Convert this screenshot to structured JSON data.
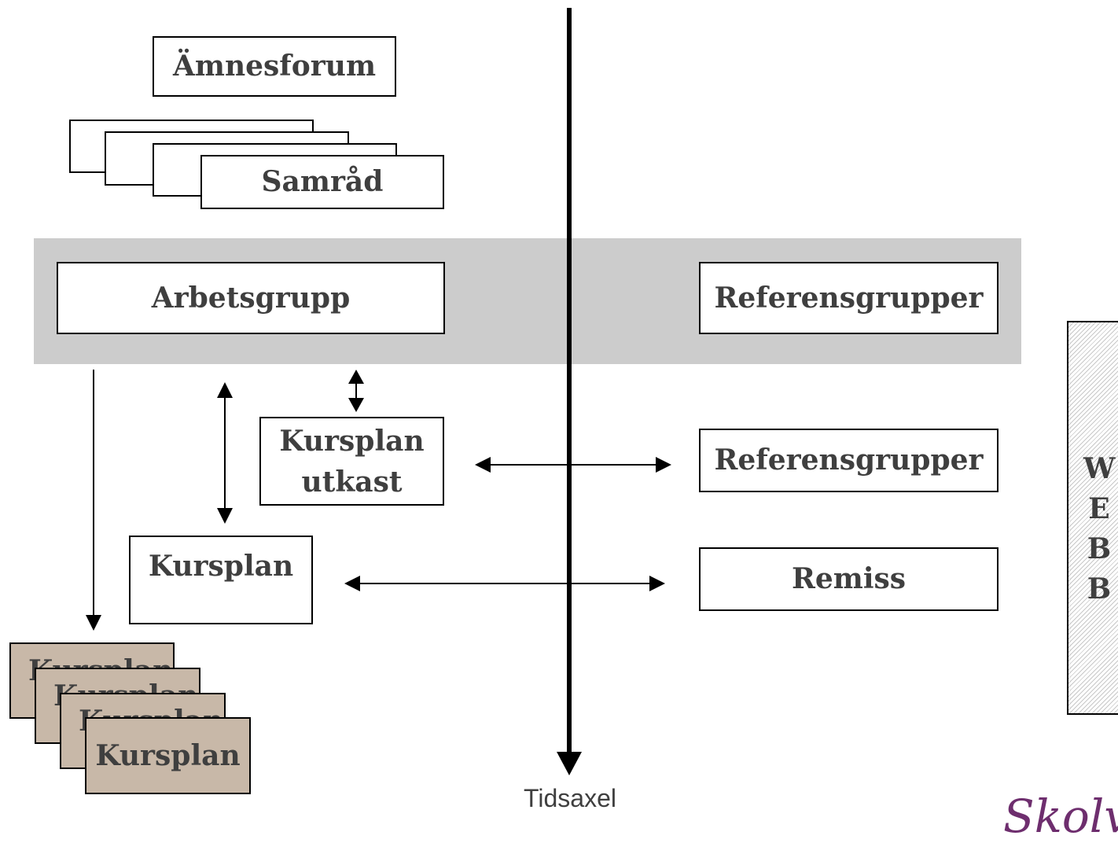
{
  "diagram": {
    "amnesforum": "Ämnesforum",
    "samrad": "Samråd",
    "arbetsgrupp": "Arbetsgrupp",
    "referensgrupper_top": "Referensgrupper",
    "kursplan_utkast_line1": "Kursplan",
    "kursplan_utkast_line2": "utkast",
    "referensgrupper_mid": "Referensgrupper",
    "kursplan": "Kursplan",
    "remiss": "Remiss",
    "stack_labels": [
      "Kursplans",
      "Kursplans",
      "Kursplans",
      "Kursplan"
    ],
    "webb_letters": [
      "W",
      "E",
      "B",
      "B"
    ],
    "time_axis_label": "Tidsaxel",
    "logo_text": "Skolv"
  },
  "colors": {
    "band": "#cccccc",
    "stack_fill": "#c8b8a8",
    "text": "#3f3f3f",
    "logo": "#6e2e6e"
  }
}
